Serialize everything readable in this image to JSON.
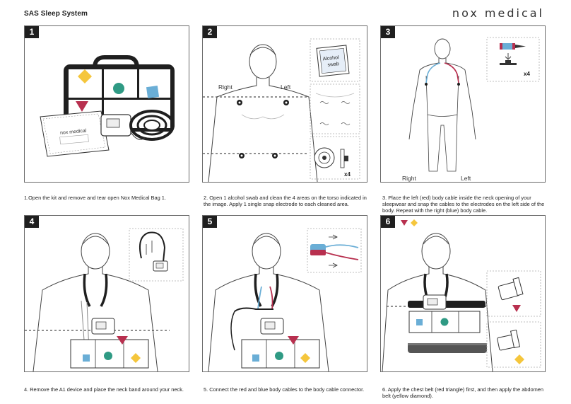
{
  "header": {
    "title": "SAS Sleep System",
    "brand": "nox medical"
  },
  "steps": [
    {
      "number": "1",
      "caption": "1.Open the kit and remove and tear open Nox Medical Bag 1.",
      "bag_label": "nox medical"
    },
    {
      "number": "2",
      "caption": "2. Open 1 alcohol swab and clean the 4 areas on the torso indicated in the image. Apply 1 single snap electrode to each cleaned area.",
      "label_right": "Right",
      "label_left": "Left",
      "swab_label_line1": "Alcohol",
      "swab_label_line2": "swab",
      "multiplier": "x4"
    },
    {
      "number": "3",
      "caption": "3. Place the left (red) body cable inside the neck opening of your sleepwear and snap the cables to the electrodes on the left side of the body. Repeat with the right (blue) body cable.",
      "label_right": "Right",
      "label_left": "Left",
      "multiplier": "x4"
    },
    {
      "number": "4",
      "caption": "4. Remove the A1 device and place the neck band around your neck."
    },
    {
      "number": "5",
      "caption": "5. Connect the red and blue body cables to the body cable connector."
    },
    {
      "number": "6",
      "caption": "6. Apply the chest belt (red triangle) first, and then apply the abdomen belt (yellow diamond)."
    }
  ],
  "colors": {
    "red": "#b8304f",
    "blue": "#6aaed6",
    "yellow": "#f5c63c",
    "teal": "#2f9a84",
    "dark": "#1f1f1f"
  }
}
